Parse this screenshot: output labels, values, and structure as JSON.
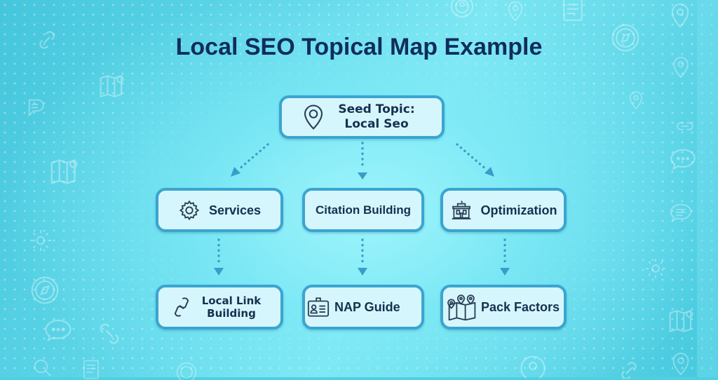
{
  "title": "Local SEO Topical Map Example",
  "colors": {
    "title": "#0f2d5c",
    "node_fill": "#d6f6fd",
    "node_border": "#3aa5d0",
    "node_text": "#16304f",
    "arrow": "#3a9cc8"
  },
  "seed": {
    "icon": "map-pin-icon",
    "line1": "Seed Topic:",
    "line2": "Local Seo"
  },
  "level1": [
    {
      "label": "Services",
      "icon": "gear-icon"
    },
    {
      "label": "Citation Building",
      "icon": ""
    },
    {
      "label": "Optimization",
      "icon": "building-icon"
    }
  ],
  "level2": [
    {
      "line1": "Local Link",
      "line2": "Building",
      "icon": "link-icon"
    },
    {
      "label": "NAP Guide",
      "icon": "id-card-icon"
    },
    {
      "label": "Pack Factors",
      "icon": "map-pins-icon"
    }
  ],
  "background_icons": [
    "link-icon",
    "map-icon",
    "chat-icon",
    "gear-icon",
    "compass-icon",
    "search-icon",
    "document-icon",
    "map-pin-icon",
    "user-circle-icon"
  ]
}
